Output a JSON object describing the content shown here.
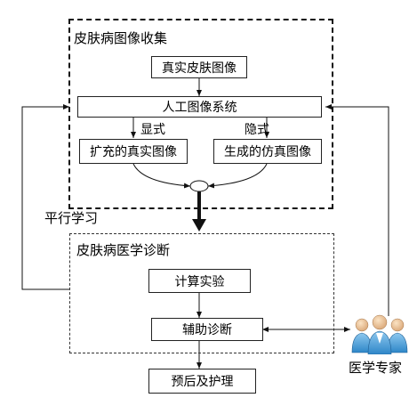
{
  "collection": {
    "title": "皮肤病图像收集",
    "real_images": "真实皮肤图像",
    "artificial_system": "人工图像系统",
    "explicit": "显式",
    "implicit": "隐式",
    "augmented": "扩充的真实图像",
    "generated": "生成的仿真图像"
  },
  "parallel_learning": "平行学习",
  "diagnosis": {
    "title": "皮肤病医学诊断",
    "computational_experiment": "计算实验",
    "assisted_diagnosis": "辅助诊断",
    "prognosis_nursing": "预后及护理"
  },
  "experts": {
    "label": "医学专家",
    "icon": "medical-experts-icon"
  }
}
